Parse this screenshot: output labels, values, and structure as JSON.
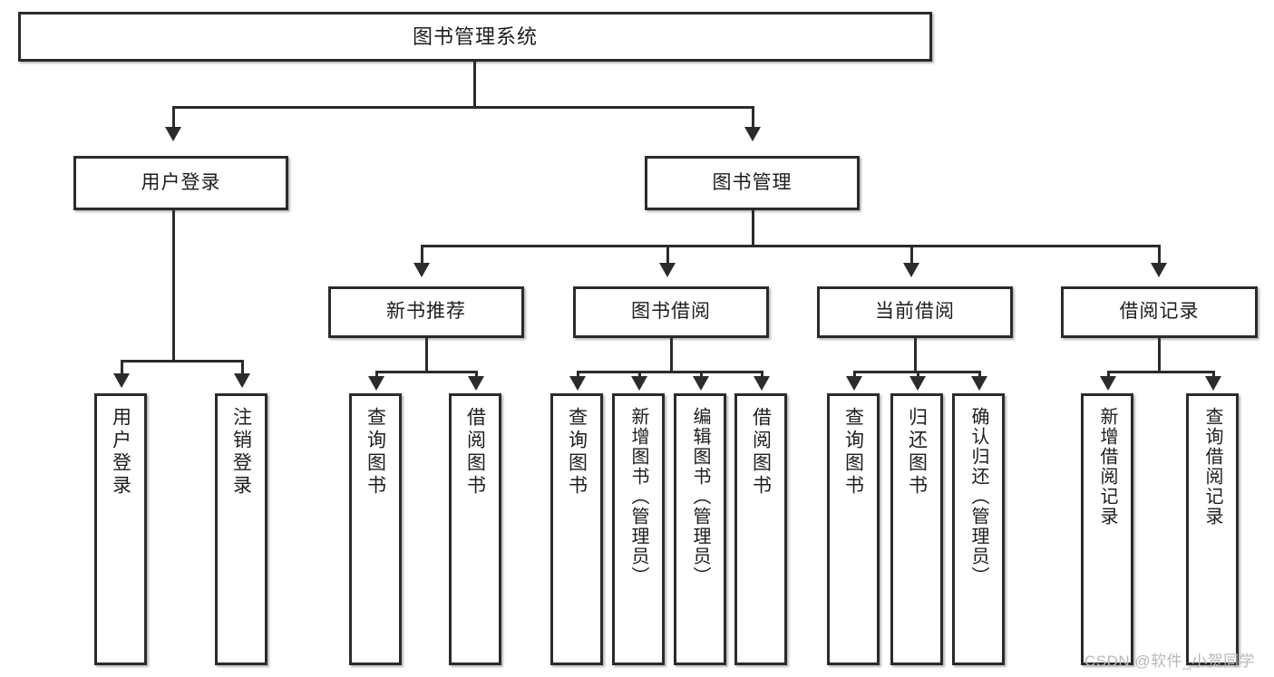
{
  "diagram": {
    "title": "图书管理系统",
    "type": "tree-hierarchy-chart",
    "root": {
      "label": "图书管理系统"
    },
    "level2": [
      {
        "label": "用户登录"
      },
      {
        "label": "图书管理"
      }
    ],
    "level3": [
      {
        "label": "新书推荐"
      },
      {
        "label": "图书借阅"
      },
      {
        "label": "当前借阅"
      },
      {
        "label": "借阅记录"
      }
    ],
    "leaves": {
      "user_login": [
        {
          "label": "用户登录"
        },
        {
          "label": "注销登录"
        }
      ],
      "new_book_recommend": [
        {
          "label": "查询图书"
        },
        {
          "label": "借阅图书"
        }
      ],
      "book_borrow": [
        {
          "label": "查询图书"
        },
        {
          "label": "新增图书（管理员）"
        },
        {
          "label": "编辑图书（管理员）"
        },
        {
          "label": "借阅图书"
        }
      ],
      "current_borrow": [
        {
          "label": "查询图书"
        },
        {
          "label": "归还图书"
        },
        {
          "label": "确认归还（管理员）"
        }
      ],
      "borrow_record": [
        {
          "label": "新增借阅记录"
        },
        {
          "label": "查询借阅记录"
        }
      ]
    }
  },
  "watermark": {
    "text": "CSDN @软件_小贺同学"
  },
  "colors": {
    "stroke": "#2b2b2b",
    "background": "#ffffff",
    "text": "#1d1d1d",
    "watermark": "#b9b9b9"
  }
}
